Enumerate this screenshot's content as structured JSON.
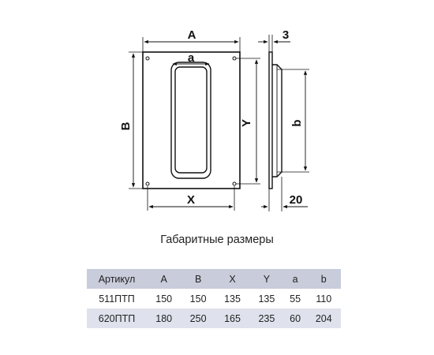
{
  "drawing": {
    "front_view": {
      "dim_A": "A",
      "dim_a": "a",
      "dim_B": "B",
      "dim_X": "X",
      "dim_Y": "Y"
    },
    "side_view": {
      "dim_thickness": "3",
      "dim_b": "b",
      "dim_depth": "20"
    }
  },
  "caption": "Габаритные размеры",
  "table": {
    "headers": [
      "Артикул",
      "A",
      "B",
      "X",
      "Y",
      "a",
      "b"
    ],
    "rows": [
      [
        "511ПТП",
        "150",
        "150",
        "135",
        "135",
        "55",
        "110"
      ],
      [
        "620ПТП",
        "180",
        "250",
        "165",
        "235",
        "60",
        "204"
      ]
    ]
  }
}
